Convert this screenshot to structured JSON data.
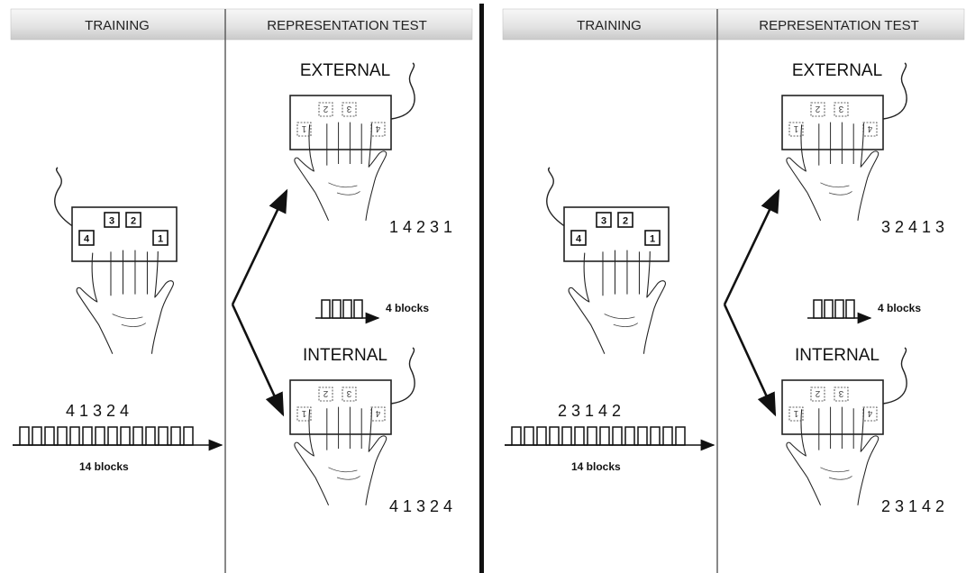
{
  "panels": [
    {
      "training_header": "TRAINING",
      "test_header": "REPRESENTATION TEST",
      "training_keys": [
        "4",
        "3",
        "2",
        "1"
      ],
      "training_sequence": "4 1 3 2 4",
      "training_blocks_label": "14 blocks",
      "external_label": "EXTERNAL",
      "external_keys": [
        "1",
        "2",
        "3",
        "4"
      ],
      "external_sequence": "1 4 2 3 1",
      "test_blocks_label": "4 blocks",
      "internal_label": "INTERNAL",
      "internal_keys": [
        "1",
        "2",
        "3",
        "4"
      ],
      "internal_sequence": "4 1 3 2 4"
    },
    {
      "training_header": "TRAINING",
      "test_header": "REPRESENTATION TEST",
      "training_keys": [
        "4",
        "3",
        "2",
        "1"
      ],
      "training_sequence": "2 3 1 4 2",
      "training_blocks_label": "14 blocks",
      "external_label": "EXTERNAL",
      "external_keys": [
        "1",
        "2",
        "3",
        "4"
      ],
      "external_sequence": "3 2 4 1 3",
      "test_blocks_label": "4 blocks",
      "internal_label": "INTERNAL",
      "internal_keys": [
        "1",
        "2",
        "3",
        "4"
      ],
      "internal_sequence": "2 3 1 4 2"
    }
  ]
}
